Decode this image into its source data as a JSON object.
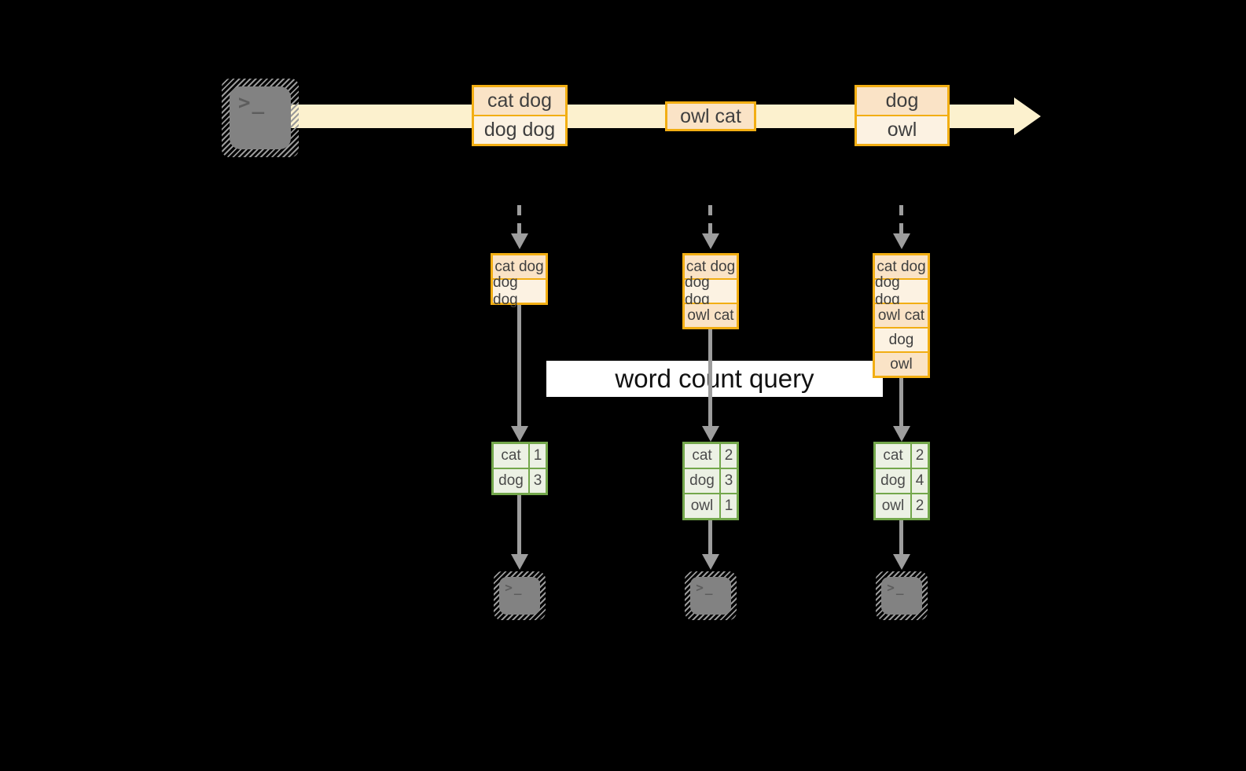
{
  "query_label": "word count query",
  "prompt_glyph": ">_",
  "colors": {
    "background": "#000000",
    "stream_arrow": "#FCF1CE",
    "event_border": "#F2AE13",
    "event_fill_dark": "#FAE3C6",
    "event_fill_light": "#FCF2E2",
    "table_border": "#73A74B",
    "table_fill": "#ECF1E4",
    "connector_gray": "#9D9D9D",
    "terminal_gray": "#828282"
  },
  "stream": {
    "events": [
      {
        "lines": [
          "cat dog",
          "dog dog"
        ]
      },
      {
        "lines": [
          "owl cat"
        ]
      },
      {
        "lines": [
          "dog",
          "owl"
        ]
      }
    ]
  },
  "batches": [
    {
      "input": [
        "cat dog",
        "dog dog"
      ],
      "counts": [
        {
          "word": "cat",
          "count": 1
        },
        {
          "word": "dog",
          "count": 3
        }
      ]
    },
    {
      "input": [
        "cat dog",
        "dog dog",
        "owl cat"
      ],
      "counts": [
        {
          "word": "cat",
          "count": 2
        },
        {
          "word": "dog",
          "count": 3
        },
        {
          "word": "owl",
          "count": 1
        }
      ]
    },
    {
      "input": [
        "cat dog",
        "dog dog",
        "owl cat",
        "dog",
        "owl"
      ],
      "counts": [
        {
          "word": "cat",
          "count": 2
        },
        {
          "word": "dog",
          "count": 4
        },
        {
          "word": "owl",
          "count": 2
        }
      ]
    }
  ]
}
